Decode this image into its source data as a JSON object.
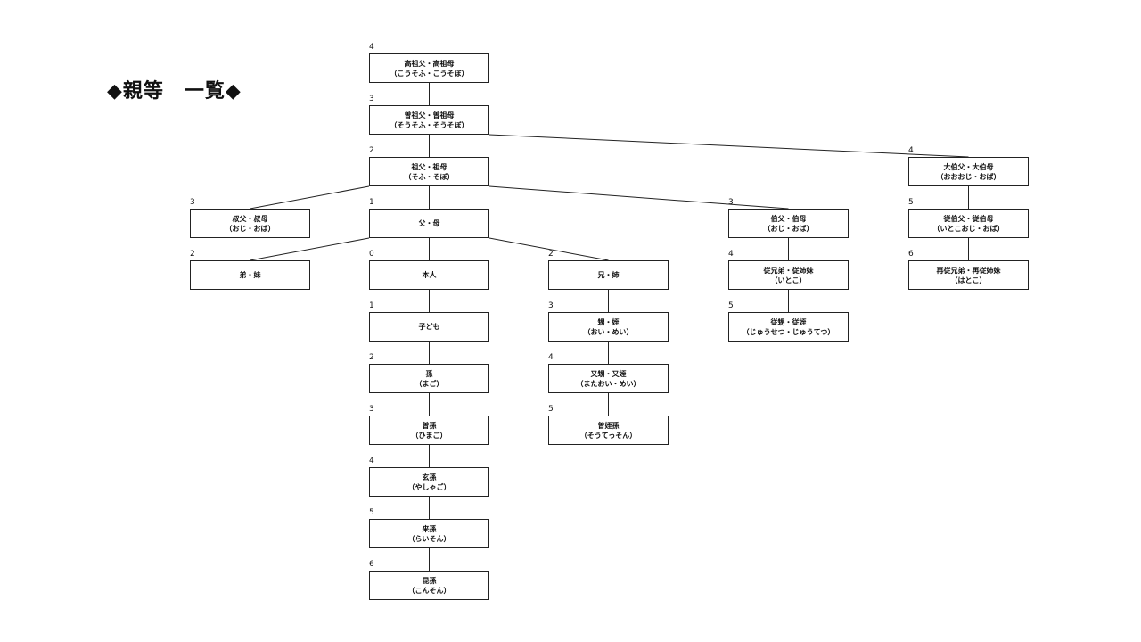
{
  "title": "◆親等　一覧◆",
  "nodes": [
    {
      "id": "koso",
      "degree": "4",
      "line1": "高祖父・高祖母",
      "line2": "（こうそふ・こうそぼ）"
    },
    {
      "id": "soso",
      "degree": "3",
      "line1": "曽祖父・曽祖母",
      "line2": "（そうそふ・そうそぼ）"
    },
    {
      "id": "sofu",
      "degree": "2",
      "line1": "祖父・祖母",
      "line2": "（そふ・そぼ）"
    },
    {
      "id": "ojiShuku",
      "degree": "3",
      "line1": "叔父・叔母",
      "line2": "（おじ・おば）"
    },
    {
      "id": "fubo",
      "degree": "1",
      "line1": "父・母",
      "line2": ""
    },
    {
      "id": "ojiHaku",
      "degree": "3",
      "line1": "伯父・伯母",
      "line2": "（おじ・おば）"
    },
    {
      "id": "daiHaku",
      "degree": "4",
      "line1": "大伯父・大伯母",
      "line2": "（おおおじ・おば）"
    },
    {
      "id": "ototo",
      "degree": "2",
      "line1": "弟・妹",
      "line2": ""
    },
    {
      "id": "honnin",
      "degree": "0",
      "line1": "本人",
      "line2": ""
    },
    {
      "id": "ani",
      "degree": "2",
      "line1": "兄・姉",
      "line2": ""
    },
    {
      "id": "itoko",
      "degree": "4",
      "line1": "従兄弟・従姉妹",
      "line2": "（いとこ）"
    },
    {
      "id": "jiHaku",
      "degree": "5",
      "line1": "従伯父・従伯母",
      "line2": "（いとこおじ・おば）"
    },
    {
      "id": "hatoko",
      "degree": "6",
      "line1": "再従兄弟・再従姉妹",
      "line2": "（はとこ）"
    },
    {
      "id": "kodomo",
      "degree": "1",
      "line1": "子ども",
      "line2": ""
    },
    {
      "id": "oi",
      "degree": "3",
      "line1": "甥・姪",
      "line2": "（おい・めい）"
    },
    {
      "id": "jusetsu",
      "degree": "5",
      "line1": "従甥・従姪",
      "line2": "（じゅうせつ・じゅうてつ）"
    },
    {
      "id": "mago",
      "degree": "2",
      "line1": "孫",
      "line2": "（まご）"
    },
    {
      "id": "mataoi",
      "degree": "4",
      "line1": "又甥・又姪",
      "line2": "（またおい・めい）"
    },
    {
      "id": "himago",
      "degree": "3",
      "line1": "曽孫",
      "line2": "（ひまご）"
    },
    {
      "id": "soutesson",
      "degree": "5",
      "line1": "曽姪孫",
      "line2": "（そうてっそん）"
    },
    {
      "id": "yashago",
      "degree": "4",
      "line1": "玄孫",
      "line2": "（やしゃご）"
    },
    {
      "id": "raison",
      "degree": "5",
      "line1": "来孫",
      "line2": "（らいそん）"
    },
    {
      "id": "konson",
      "degree": "6",
      "line1": "昆孫",
      "line2": "（こんそん）"
    }
  ],
  "edges": [
    [
      "koso",
      "soso"
    ],
    [
      "soso",
      "sofu"
    ],
    [
      "soso",
      "daiHaku"
    ],
    [
      "sofu",
      "ojiShuku"
    ],
    [
      "sofu",
      "fubo"
    ],
    [
      "sofu",
      "ojiHaku"
    ],
    [
      "daiHaku",
      "jiHaku"
    ],
    [
      "jiHaku",
      "hatoko"
    ],
    [
      "fubo",
      "ototo"
    ],
    [
      "fubo",
      "honnin"
    ],
    [
      "fubo",
      "ani"
    ],
    [
      "ojiHaku",
      "itoko"
    ],
    [
      "itoko",
      "jusetsu"
    ],
    [
      "honnin",
      "kodomo"
    ],
    [
      "kodomo",
      "mago"
    ],
    [
      "mago",
      "himago"
    ],
    [
      "himago",
      "yashago"
    ],
    [
      "yashago",
      "raison"
    ],
    [
      "raison",
      "konson"
    ],
    [
      "ani",
      "oi"
    ],
    [
      "oi",
      "mataoi"
    ],
    [
      "mataoi",
      "soutesson"
    ]
  ]
}
